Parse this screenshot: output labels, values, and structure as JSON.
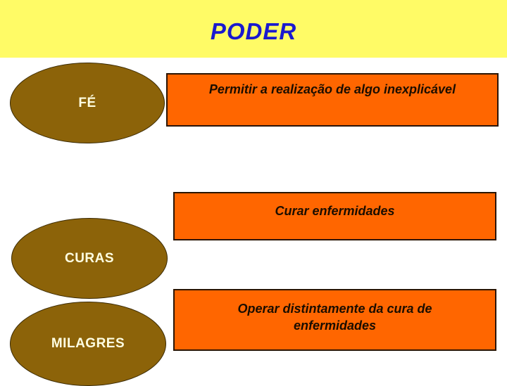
{
  "slide": {
    "title": "PODER",
    "banner_color": "#FFFB66",
    "title_color": "#1A19CE",
    "background_color": "#FFFFFF"
  },
  "palette": {
    "ellipse_fill": "#8C6309",
    "ellipse_border": "#3A2A04",
    "ellipse_text": "#FFFFE2",
    "box_fill": "#FF6600",
    "box_border": "#2A1400",
    "box_text": "#1A0D00"
  },
  "rows": [
    {
      "term": "FÉ",
      "definition": "Permitir a realização de algo inexplicável"
    },
    {
      "term": "CURAS",
      "definition": "Curar enfermidades"
    },
    {
      "term": "MILAGRES",
      "definition": "Operar distintamente da cura de enfermidades"
    }
  ]
}
